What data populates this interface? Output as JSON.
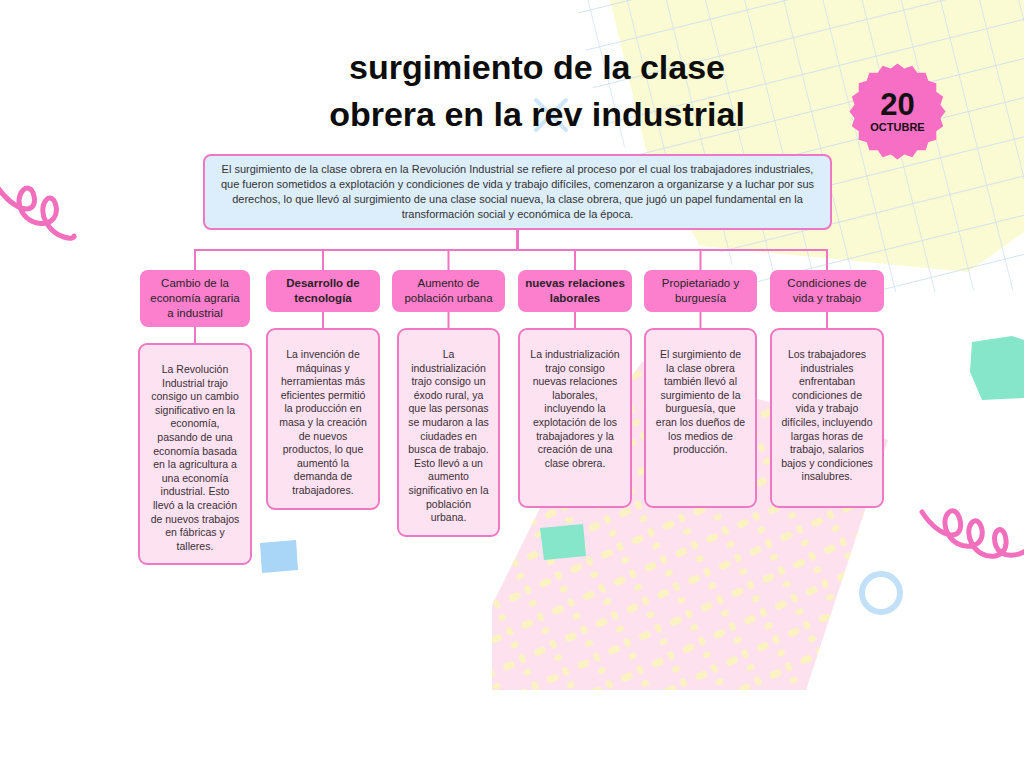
{
  "diagram": {
    "title": "surgimiento de la clase obrera en la rev industrial",
    "nodes": [
      {
        "text": [
          "20",
          "OCTUBRE"
        ]
      },
      {
        "text": [
          "El surgimiento de la clase obrera en la Revolución Industrial se refiere al proceso por el cual los trabajadores industriales, que fueron sometidos a explotación y condiciones de vida y trabajo difíciles, comenzaron a organizarse y a luchar por sus derechos, lo que llevó al surgimiento de una clase social nueva, la clase obrera, que jugó un papel fundamental en la transformación social y económica de la época."
        ]
      },
      {
        "text": [
          "Cambio de la economía agraria a industrial"
        ]
      },
      {
        "text": [
          "Desarrollo de tecnología"
        ]
      },
      {
        "text": [
          "Aumento de población urbana"
        ]
      },
      {
        "text": [
          "nuevas relaciones laborales"
        ]
      },
      {
        "text": [
          "Propietariado y burguesía"
        ]
      },
      {
        "text": [
          "Condiciones de vida y trabajo"
        ]
      },
      {
        "text": [
          "La Revolución Industrial trajo consigo un cambio significativo en la economía, pasando de una economía basada en la agricultura a una economía industrial. Esto llevó a la creación de nuevos trabajos en fábricas y talleres."
        ]
      },
      {
        "text": [
          "La invención de máquinas y herramientas más eficientes permitió la producción en masa y la creación de nuevos productos, lo que aumentó la demanda de trabajadores."
        ]
      },
      {
        "text": [
          "La industrialización trajo consigo un éxodo rural, ya que las personas se mudaron a las ciudades en busca de trabajo. Esto llevó a un aumento significativo en la población urbana."
        ]
      },
      {
        "text": [
          "La industrialización trajo consigo nuevas relaciones laborales, incluyendo la explotación de los trabajadores y la creación de una clase obrera."
        ]
      },
      {
        "text": [
          "El surgimiento de la clase obrera también llevó al surgimiento de la burguesía, que eran los dueños de los medios de producción."
        ]
      },
      {
        "text": [
          "Los trabajadores industriales enfrentaban condiciones de vida y trabajo difíciles, incluyendo largas horas de trabajo, salarios bajos y condiciones insalubres."
        ]
      }
    ],
    "edges": [
      {
        "from": 1,
        "to": 2,
        "arrow": "none"
      },
      {
        "from": 1,
        "to": 3,
        "arrow": "none"
      },
      {
        "from": 1,
        "to": 4,
        "arrow": "none"
      },
      {
        "from": 1,
        "to": 5,
        "arrow": "none"
      },
      {
        "from": 1,
        "to": 6,
        "arrow": "none"
      },
      {
        "from": 1,
        "to": 7,
        "arrow": "none"
      },
      {
        "from": 2,
        "to": 8,
        "arrow": "none"
      },
      {
        "from": 3,
        "to": 9,
        "arrow": "none"
      },
      {
        "from": 4,
        "to": 10,
        "arrow": "none"
      },
      {
        "from": 5,
        "to": 11,
        "arrow": "none"
      },
      {
        "from": 6,
        "to": 12,
        "arrow": "none"
      },
      {
        "from": 7,
        "to": 13,
        "arrow": "none"
      }
    ]
  }
}
